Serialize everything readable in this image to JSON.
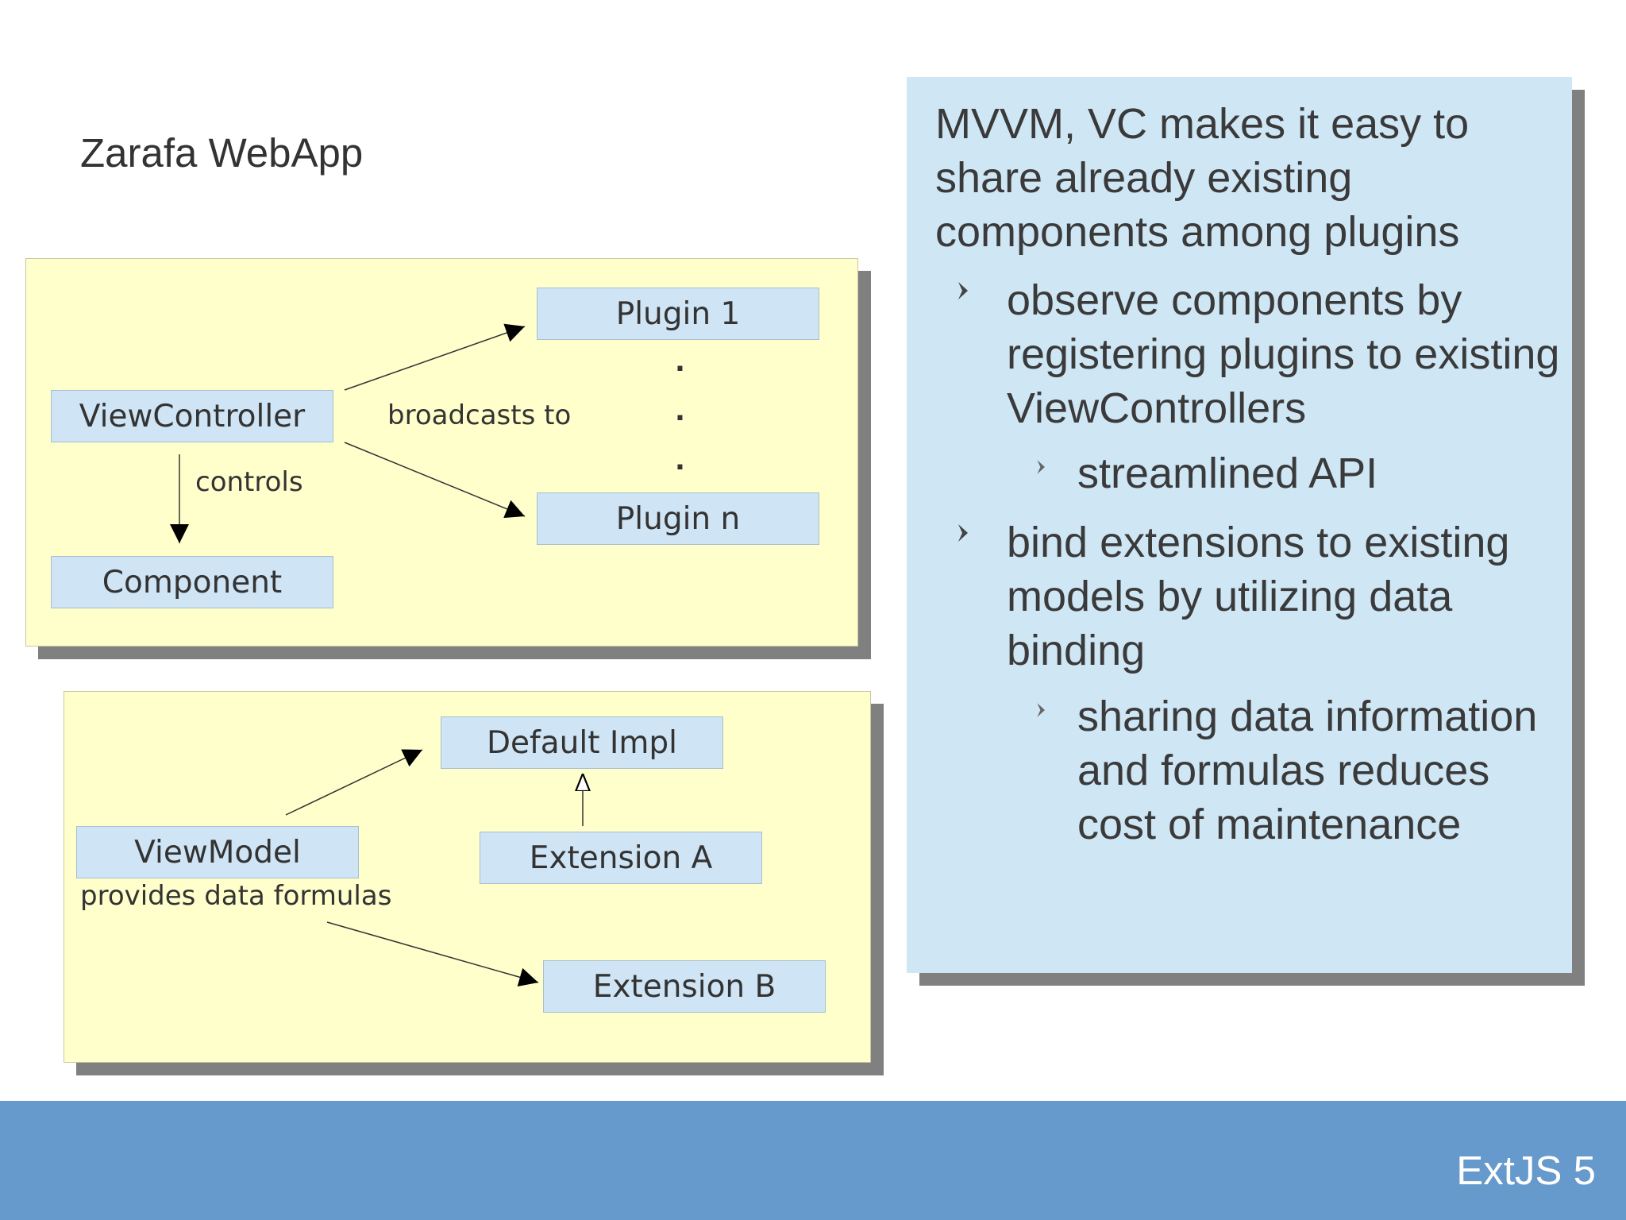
{
  "slide_title": "Zarafa WebApp",
  "diagram_top": {
    "view_controller": "ViewController",
    "component": "Component",
    "plugin_1": "Plugin 1",
    "plugin_n": "Plugin n",
    "controls_label": "controls",
    "broadcasts_label": "broadcasts to",
    "dots": [
      ".",
      ".",
      "."
    ]
  },
  "diagram_bottom": {
    "view_model": "ViewModel",
    "provides_label": "provides data formulas",
    "default_impl": "Default Impl",
    "extension_a": "Extension A",
    "extension_b": "Extension B"
  },
  "text_panel": {
    "heading": "MVVM, VC makes it easy to share already existing components among plugins",
    "bullets": [
      {
        "text": "observe components by registering plugins to existing ViewControllers",
        "sub": "streamlined API"
      },
      {
        "text": "bind extensions to existing models by utilizing data binding",
        "sub": "sharing data information and formulas reduces cost of maintenance"
      }
    ]
  },
  "footer": {
    "label": "ExtJS 5"
  },
  "colors": {
    "panel_yellow": "#ffffcc",
    "node_blue": "#cfe4f4",
    "text_panel_blue": "#cfe6f5",
    "footer_blue": "#6699cc",
    "shadow_gray": "#808080"
  }
}
